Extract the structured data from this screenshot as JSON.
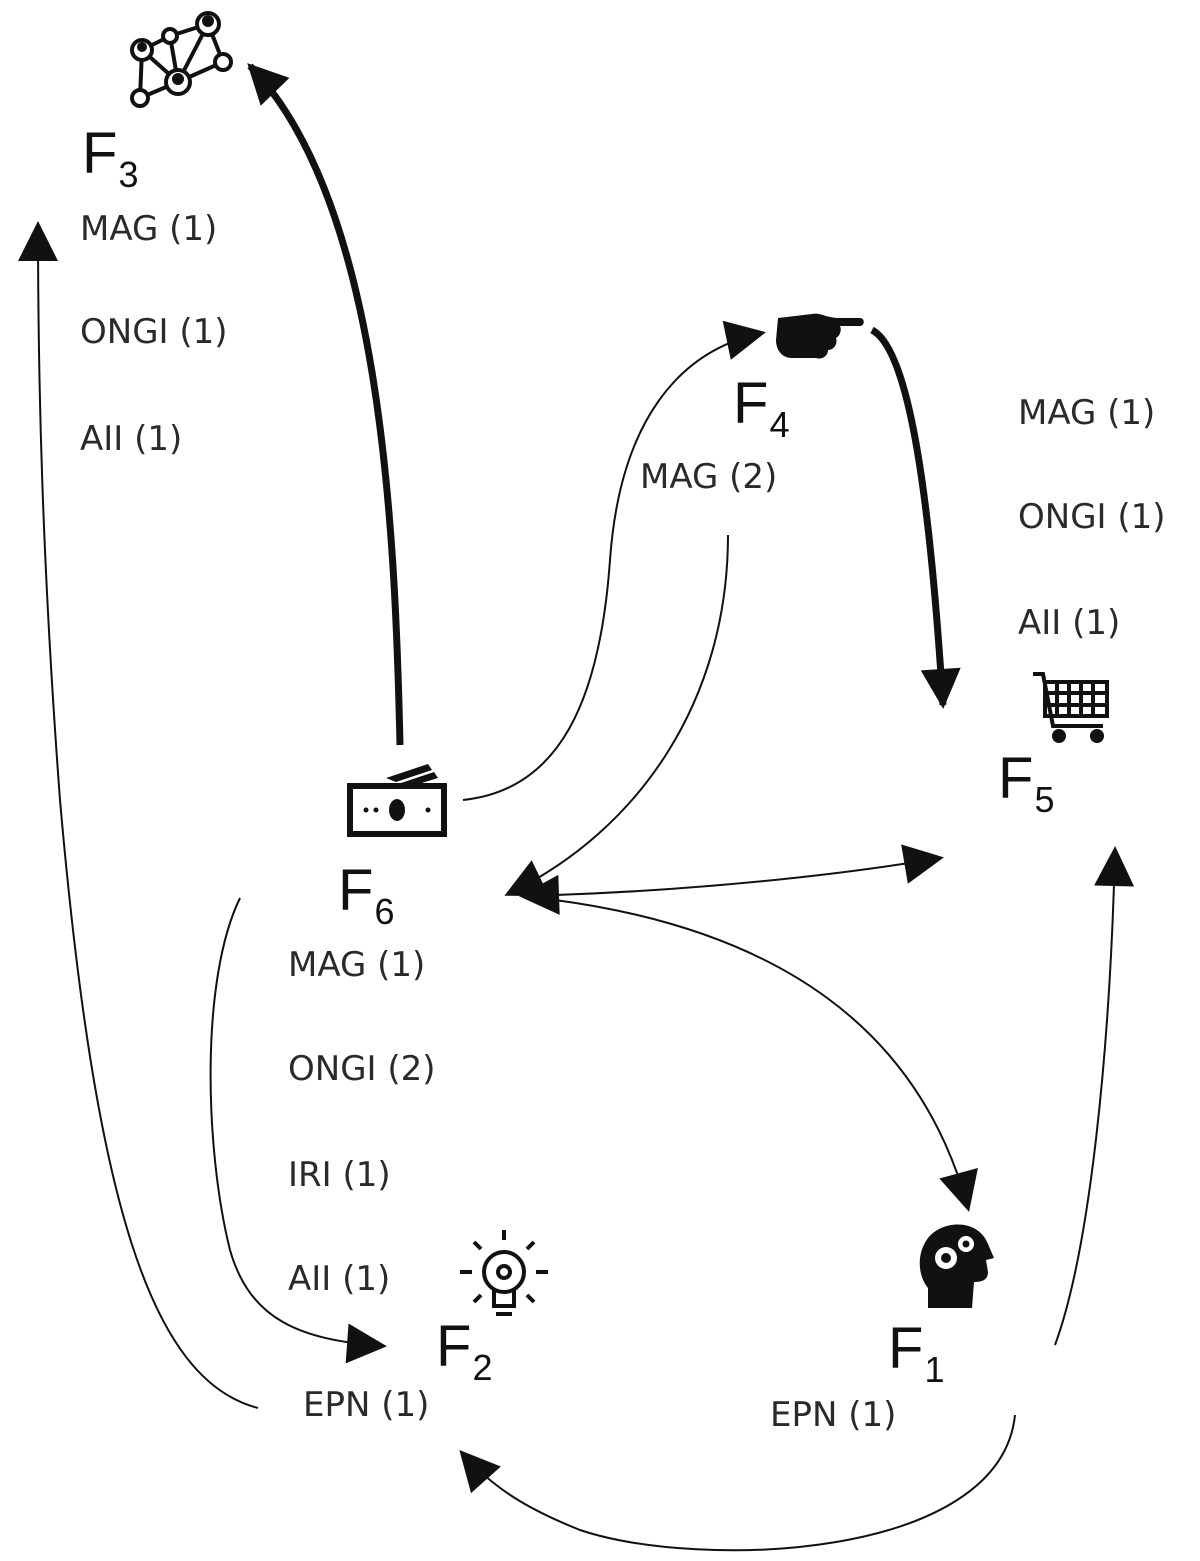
{
  "nodes": {
    "f1": {
      "letter": "F",
      "sub": "1",
      "icon": "head-gears-icon",
      "tags": [
        "EPN (1)"
      ]
    },
    "f2": {
      "letter": "F",
      "sub": "2",
      "icon": "lightbulb-icon",
      "tags": [
        "EPN (1)"
      ]
    },
    "f3": {
      "letter": "F",
      "sub": "3",
      "icon": "network-people-icon",
      "tags": [
        "MAG (1)",
        "ONGI (1)",
        "AII (1)"
      ]
    },
    "f4": {
      "letter": "F",
      "sub": "4",
      "icon": "pointing-hand-icon",
      "tags": [
        "MAG (2)"
      ]
    },
    "f5": {
      "letter": "F",
      "sub": "5",
      "icon": "shopping-cart-icon",
      "tags": [
        "MAG (1)",
        "ONGI (1)",
        "AII (1)"
      ]
    },
    "f6": {
      "letter": "F",
      "sub": "6",
      "icon": "money-icon",
      "tags": [
        "MAG (1)",
        "ONGI (2)",
        "IRI (1)",
        "AII (1)"
      ]
    }
  },
  "edges": [
    {
      "from": "F6",
      "to": "F3",
      "weight": "bold"
    },
    {
      "from": "F6",
      "to": "F4",
      "weight": "thin"
    },
    {
      "from": "F4",
      "to": "F5",
      "weight": "bold"
    },
    {
      "from": "F4",
      "to": "F6",
      "weight": "thin"
    },
    {
      "from": "F6",
      "to": "F5",
      "weight": "thin",
      "bidirectional": true
    },
    {
      "from": "F6",
      "to": "F1",
      "weight": "thin"
    },
    {
      "from": "F6",
      "to": "F2",
      "weight": "thin"
    },
    {
      "from": "F2",
      "to": "F3",
      "weight": "thin"
    },
    {
      "from": "F1",
      "to": "F5",
      "weight": "thin"
    },
    {
      "from": "F1",
      "to": "F2",
      "weight": "thin"
    }
  ],
  "colors": {
    "line": "#111111",
    "text": "#2a2a2a"
  }
}
